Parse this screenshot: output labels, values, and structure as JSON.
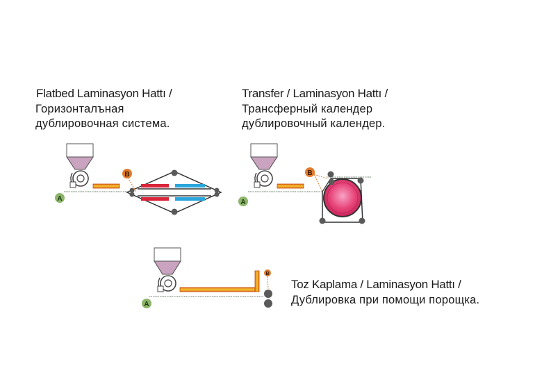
{
  "diagrams": {
    "flatbed": {
      "title_tr": "Flatbed Laminasyon Hattı /",
      "title_ru_1": "Горизонталъная",
      "title_ru_2": "дублировочная система."
    },
    "transfer": {
      "title_tr": "Transfer / Laminasyon Hattı /",
      "title_ru_1": "Трансферный календер",
      "title_ru_2": "дублировочный календер."
    },
    "powder": {
      "title_tr": "Toz Kaplama / Laminasyon Hattı /",
      "title_ru_1": "Дублировка при помощи порощка."
    }
  },
  "markers": {
    "a": "A",
    "b": "B"
  },
  "colors": {
    "hopper_fill": "#c9a3bf",
    "marker_a": "#8cb56a",
    "marker_b": "#e07b2e",
    "heater_orange": "#e8751c",
    "heater_yellow": "#f2c230",
    "belt_red": "#d9243a",
    "belt_blue": "#2ba6dc",
    "drum_pink": "#e8457a",
    "roller_gray": "#5a5a5a"
  }
}
